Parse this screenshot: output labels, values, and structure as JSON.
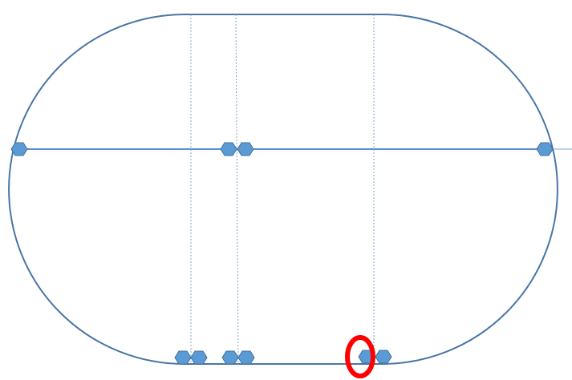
{
  "colors": {
    "outline": "#4a76a6",
    "horizontal_line": "#5b8fd0",
    "guide_line": "#7fa6d6",
    "node_fill": "#5b9bd5",
    "node_stroke": "#41719c",
    "highlight": "#ff0000",
    "background": "#ffffff"
  },
  "nodes": [
    {
      "name": "node-top-left-edge",
      "shape": "hexagon-icon"
    },
    {
      "name": "node-top-guide-2-a",
      "shape": "hexagon-icon"
    },
    {
      "name": "node-top-guide-2-b",
      "shape": "hexagon-icon"
    },
    {
      "name": "node-top-right-edge",
      "shape": "hexagon-icon"
    },
    {
      "name": "node-bottom-guide-1-a",
      "shape": "hexagon-icon"
    },
    {
      "name": "node-bottom-guide-1-b",
      "shape": "hexagon-icon"
    },
    {
      "name": "node-bottom-guide-2-a",
      "shape": "hexagon-icon"
    },
    {
      "name": "node-bottom-guide-2-b",
      "shape": "hexagon-icon"
    },
    {
      "name": "node-bottom-guide-3-a",
      "shape": "hexagon-icon"
    },
    {
      "name": "node-bottom-guide-3-b",
      "shape": "hexagon-icon"
    }
  ],
  "highlight": {
    "shape": "ellipse",
    "target": "node-bottom-guide-3-a"
  }
}
